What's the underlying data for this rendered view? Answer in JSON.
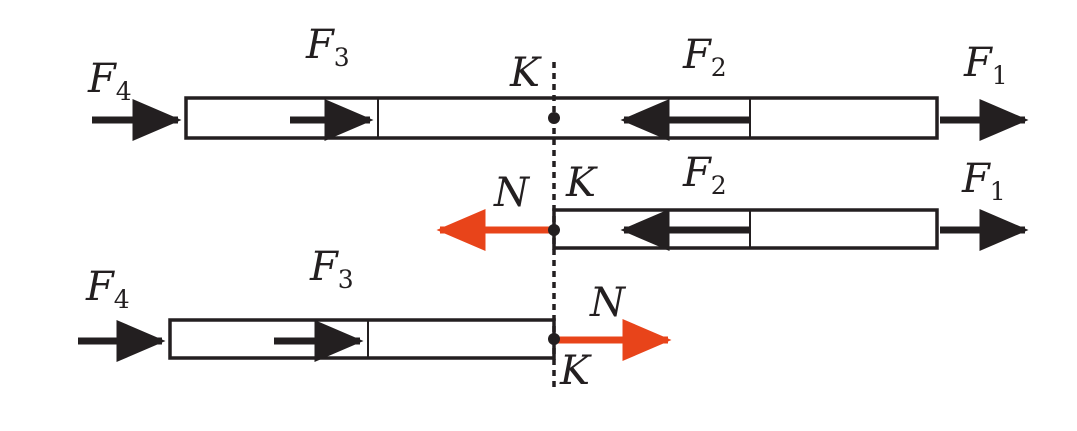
{
  "colors": {
    "ink": "#231f20",
    "section_force": "#e8441a"
  },
  "labels": {
    "F1": {
      "main": "F",
      "sub": "1"
    },
    "F2": {
      "main": "F",
      "sub": "2"
    },
    "F3": {
      "main": "F",
      "sub": "3"
    },
    "F4": {
      "main": "F",
      "sub": "4"
    },
    "N": "N",
    "K": "K"
  }
}
